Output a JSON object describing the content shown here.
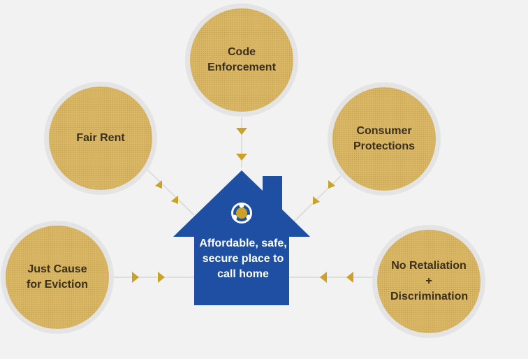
{
  "house": {
    "label": "Affordable, safe, secure place to call home",
    "icon": "people-circle-icon"
  },
  "nodes": {
    "code_enforcement": "Code Enforcement",
    "fair_rent": "Fair Rent",
    "consumer_protections": "Consumer Protections",
    "just_cause": "Just Cause for Eviction",
    "no_retaliation": "No Retaliation + Discrimination"
  },
  "colors": {
    "background": "#f2f2f2",
    "circle_fill": "#d9b765",
    "circle_ring": "#e4e4e4",
    "house_fill": "#1f4fa3",
    "arrow": "#c9a227",
    "connector": "#dedede"
  }
}
